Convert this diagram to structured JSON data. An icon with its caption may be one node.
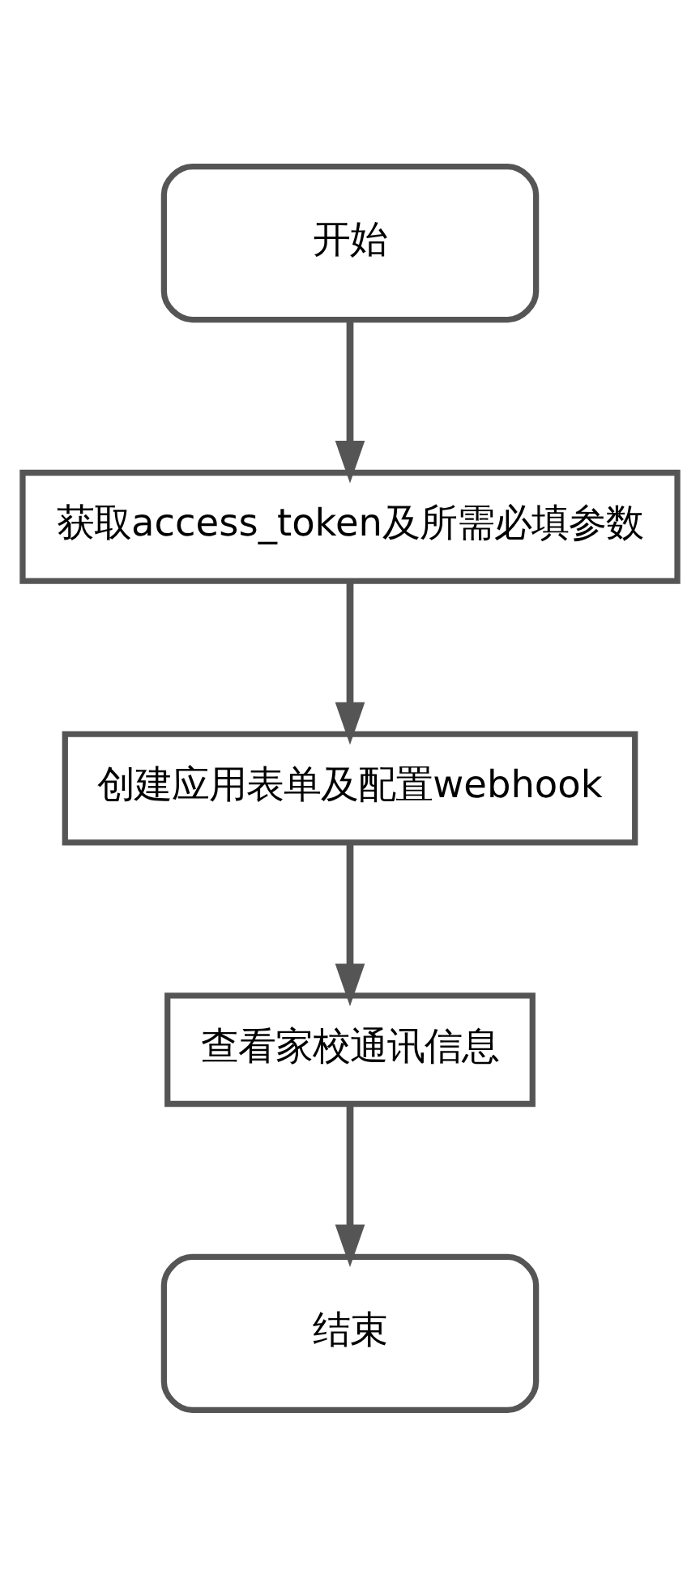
{
  "diagram": {
    "nodes": [
      {
        "text": [
          "开始"
        ]
      },
      {
        "text": [
          "获取access_token及所需必填参数"
        ]
      },
      {
        "text": [
          "创建应用表单及配置webhook"
        ]
      },
      {
        "text": [
          "查看家校通讯信息"
        ]
      },
      {
        "text": [
          "结束"
        ]
      }
    ],
    "edges": [
      {
        "from": 0,
        "to": 1,
        "arrow": "to"
      },
      {
        "from": 1,
        "to": 2,
        "arrow": "to"
      },
      {
        "from": 2,
        "to": 3,
        "arrow": "to"
      },
      {
        "from": 3,
        "to": 4,
        "arrow": "to"
      }
    ]
  }
}
